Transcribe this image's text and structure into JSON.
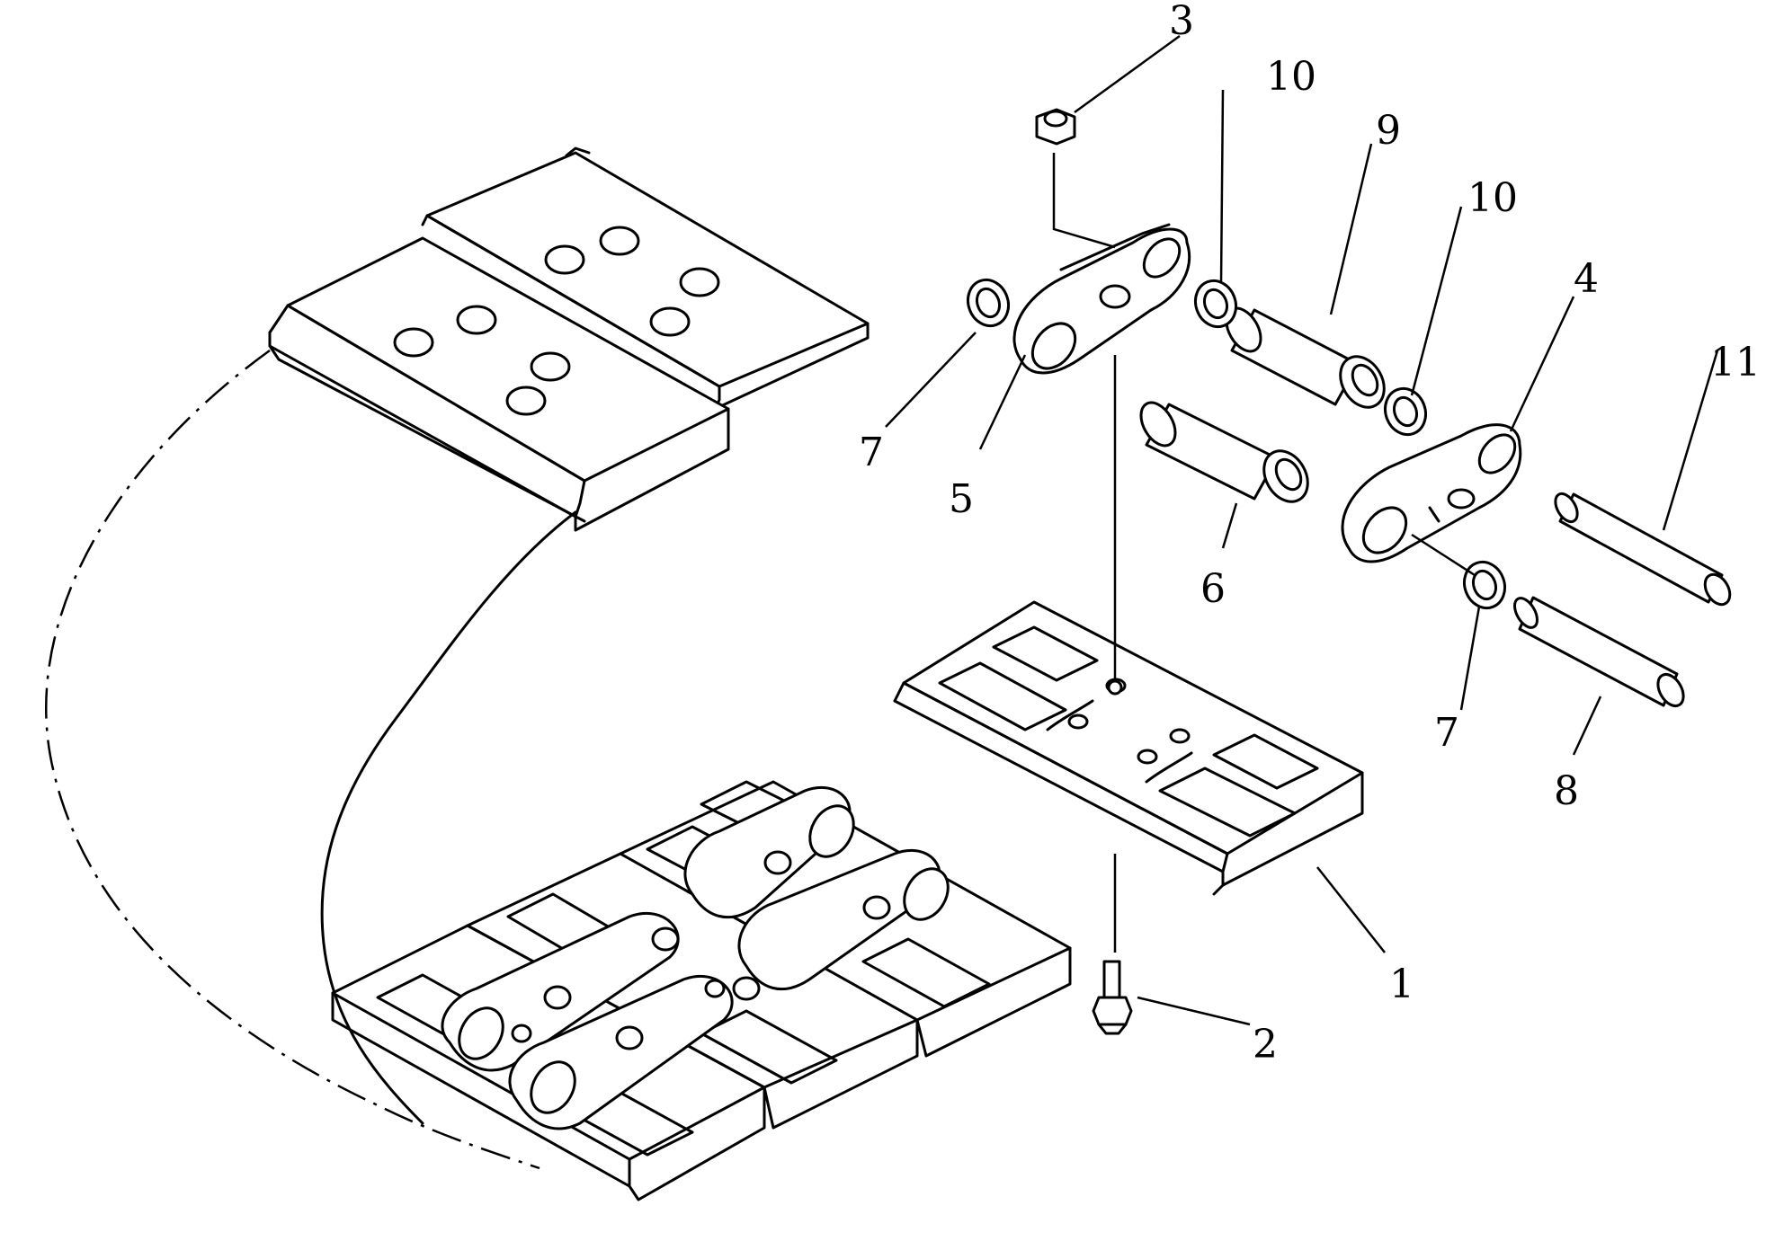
{
  "callouts": [
    {
      "id": "1",
      "text": "1"
    },
    {
      "id": "2",
      "text": "2"
    },
    {
      "id": "3",
      "text": "3"
    },
    {
      "id": "4",
      "text": "4"
    },
    {
      "id": "5",
      "text": "5"
    },
    {
      "id": "6",
      "text": "6"
    },
    {
      "id": "7a",
      "text": "7"
    },
    {
      "id": "7b",
      "text": "7"
    },
    {
      "id": "8",
      "text": "8"
    },
    {
      "id": "9",
      "text": "9"
    },
    {
      "id": "10a",
      "text": "10"
    },
    {
      "id": "10b",
      "text": "10"
    },
    {
      "id": "11",
      "text": "11"
    }
  ]
}
